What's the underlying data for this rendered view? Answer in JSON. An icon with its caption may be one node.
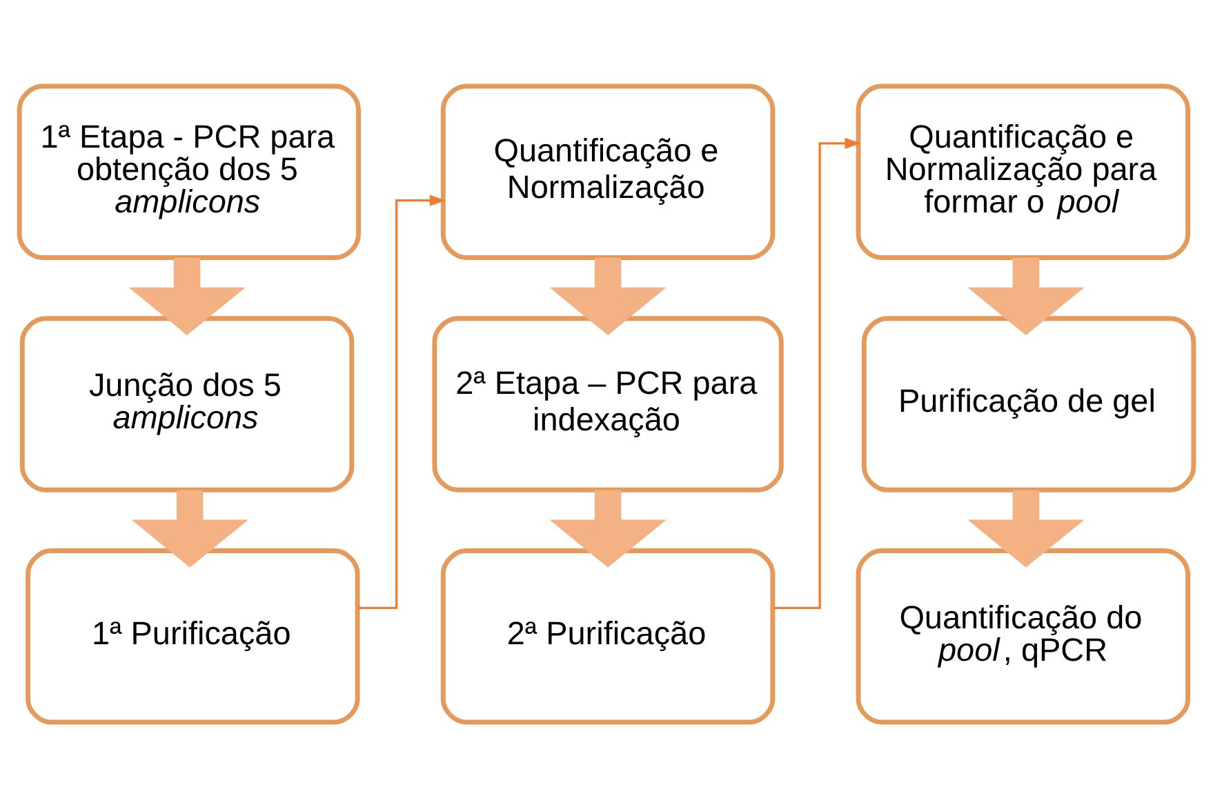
{
  "diagram": {
    "nodes": [
      {
        "text": [
          "1ª Etapa - PCR para obtenção dos 5 *amplicons*"
        ]
      },
      {
        "text": [
          "Junção dos 5 *amplicons*"
        ]
      },
      {
        "text": [
          "1ª Purificação"
        ]
      },
      {
        "text": [
          "Quantificação e Normalização"
        ]
      },
      {
        "text": [
          "2ª Etapa – PCR para indexação"
        ]
      },
      {
        "text": [
          "2ª Purificação"
        ]
      },
      {
        "text": [
          "Quantificação e Normalização para formar o *pool*"
        ]
      },
      {
        "text": [
          "Purificação de gel"
        ]
      },
      {
        "text": [
          "Quantificação do *pool*, qPCR"
        ]
      }
    ],
    "edges": [
      {
        "from": 0,
        "to": 1,
        "arrow": "to"
      },
      {
        "from": 1,
        "to": 2,
        "arrow": "to"
      },
      {
        "from": 2,
        "to": 3,
        "arrow": "to",
        "color": "#ed7d31"
      },
      {
        "from": 3,
        "to": 4,
        "arrow": "to"
      },
      {
        "from": 4,
        "to": 5,
        "arrow": "to"
      },
      {
        "from": 5,
        "to": 6,
        "arrow": "to",
        "color": "#ed7d31"
      },
      {
        "from": 6,
        "to": 7,
        "arrow": "to"
      },
      {
        "from": 7,
        "to": 8,
        "arrow": "to"
      }
    ]
  }
}
